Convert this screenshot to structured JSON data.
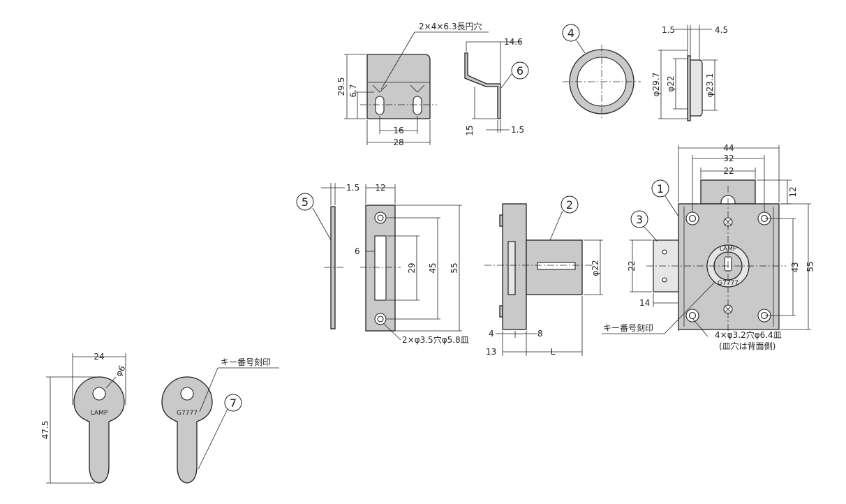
{
  "drawing": {
    "parts": [
      {
        "no": "1"
      },
      {
        "no": "2"
      },
      {
        "no": "3"
      },
      {
        "no": "4"
      },
      {
        "no": "5"
      },
      {
        "no": "6"
      },
      {
        "no": "7"
      }
    ],
    "strike_front": {
      "slot_note": "2×4×6.3長円穴",
      "dims": {
        "height": "29.5",
        "slot_pos": "6.7",
        "slot_pitch": "16",
        "width": "28"
      }
    },
    "strike_side": {
      "dims": {
        "depth": "14.6",
        "height": "15",
        "thickness": "1.5"
      }
    },
    "ring_side": {
      "dims": {
        "flange": "1.5",
        "depth": "4.5",
        "outer": "φ29.7",
        "inner": "φ22",
        "bore": "φ23.1"
      }
    },
    "spacer": {
      "dims": {
        "thickness": "1.5"
      }
    },
    "plate": {
      "dims": {
        "width": "12",
        "slot_width": "6",
        "slot_length": "29",
        "pitch": "45",
        "length": "55"
      },
      "hole_note": "2×φ3.5穴φ5.8皿"
    },
    "lock_side": {
      "dims": {
        "cylinder_dia": "φ22",
        "flange": "4",
        "collar": "8",
        "body": "13",
        "length": "L"
      }
    },
    "lock_front": {
      "dims": {
        "width": "44",
        "pitch_a": "32",
        "pitch_b": "22",
        "bolt": "12",
        "boss_height": "22",
        "offset": "14",
        "hole_pitch": "43",
        "height": "55"
      },
      "key_no_label": "キー番号刻印",
      "hole_note_1": "4×φ3.2穴φ6.4皿",
      "hole_note_2": "(皿穴は背面側)",
      "brand": "LAMP",
      "key_code": "G7777"
    },
    "key_front": {
      "dims": {
        "width": "24",
        "hole": "φ6",
        "length": "47.5"
      },
      "brand": "LAMP"
    },
    "key_back": {
      "key_no_label": "キー番号刻印",
      "key_code": "G7777"
    }
  }
}
